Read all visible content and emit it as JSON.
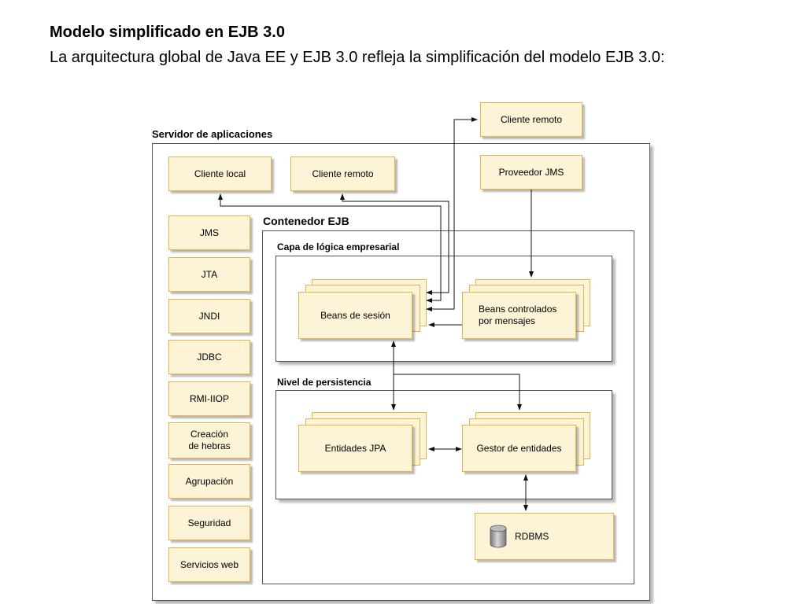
{
  "slide": {
    "title": "Modelo simplificado en EJB 3.0",
    "subtitle": "La arquitectura global de Java EE y EJB 3.0 refleja la simplificación del modelo EJB 3.0:"
  },
  "diagram": {
    "app_server_label": "Servidor de aplicaciones",
    "ejb_container_label": "Contenedor EJB",
    "business_layer_label": "Capa de lógica empresarial",
    "persistence_layer_label": "Nivel de persistencia",
    "external_remote_client": "Cliente remoto",
    "local_client": "Cliente local",
    "remote_client": "Cliente remoto",
    "jms_provider": "Proveedor JMS",
    "services": [
      "JMS",
      "JTA",
      "JNDI",
      "JDBC",
      "RMI-IIOP",
      "Creación\nde hebras",
      "Agrupación",
      "Seguridad",
      "Servicios web"
    ],
    "session_beans": "Beans de sesión",
    "message_beans": "Beans controlados\npor mensajes",
    "jpa_entities": "Entidades JPA",
    "entity_manager": "Gestor de entidades",
    "rdbms": "RDBMS"
  },
  "colors": {
    "box_fill": "#fdf3d6",
    "box_border": "#e6b54a",
    "frame_border": "#555555"
  }
}
